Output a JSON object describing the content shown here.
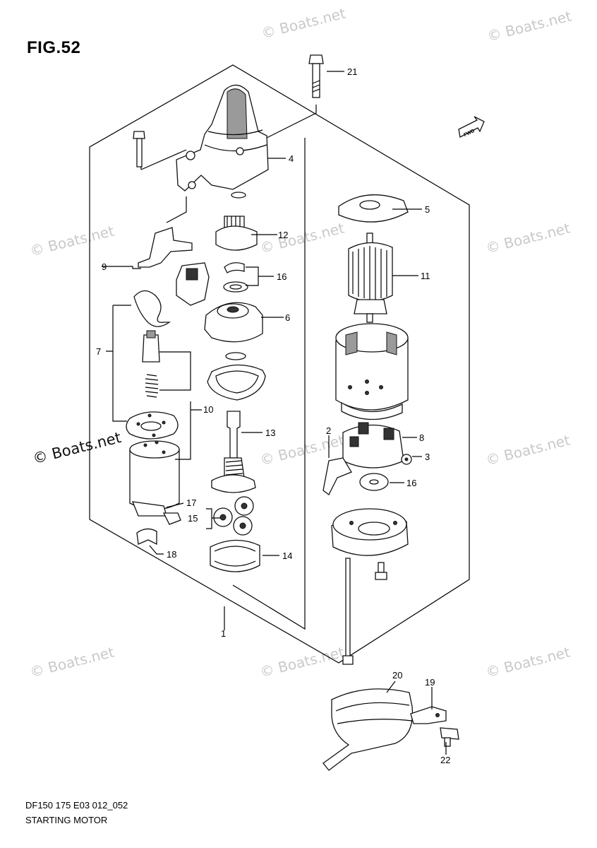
{
  "figure": {
    "title": "FIG.52",
    "code": "DF150 175 E03 012_052",
    "name": "STARTING MOTOR"
  },
  "watermark": {
    "text": "© Boats.net"
  },
  "badges": {
    "fwd": "FWD"
  },
  "callouts": [
    "1",
    "2",
    "3",
    "4",
    "5",
    "6",
    "7",
    "8",
    "9",
    "10",
    "11",
    "12",
    "13",
    "14",
    "15",
    "16",
    "16",
    "17",
    "18",
    "19",
    "20",
    "21",
    "22"
  ]
}
